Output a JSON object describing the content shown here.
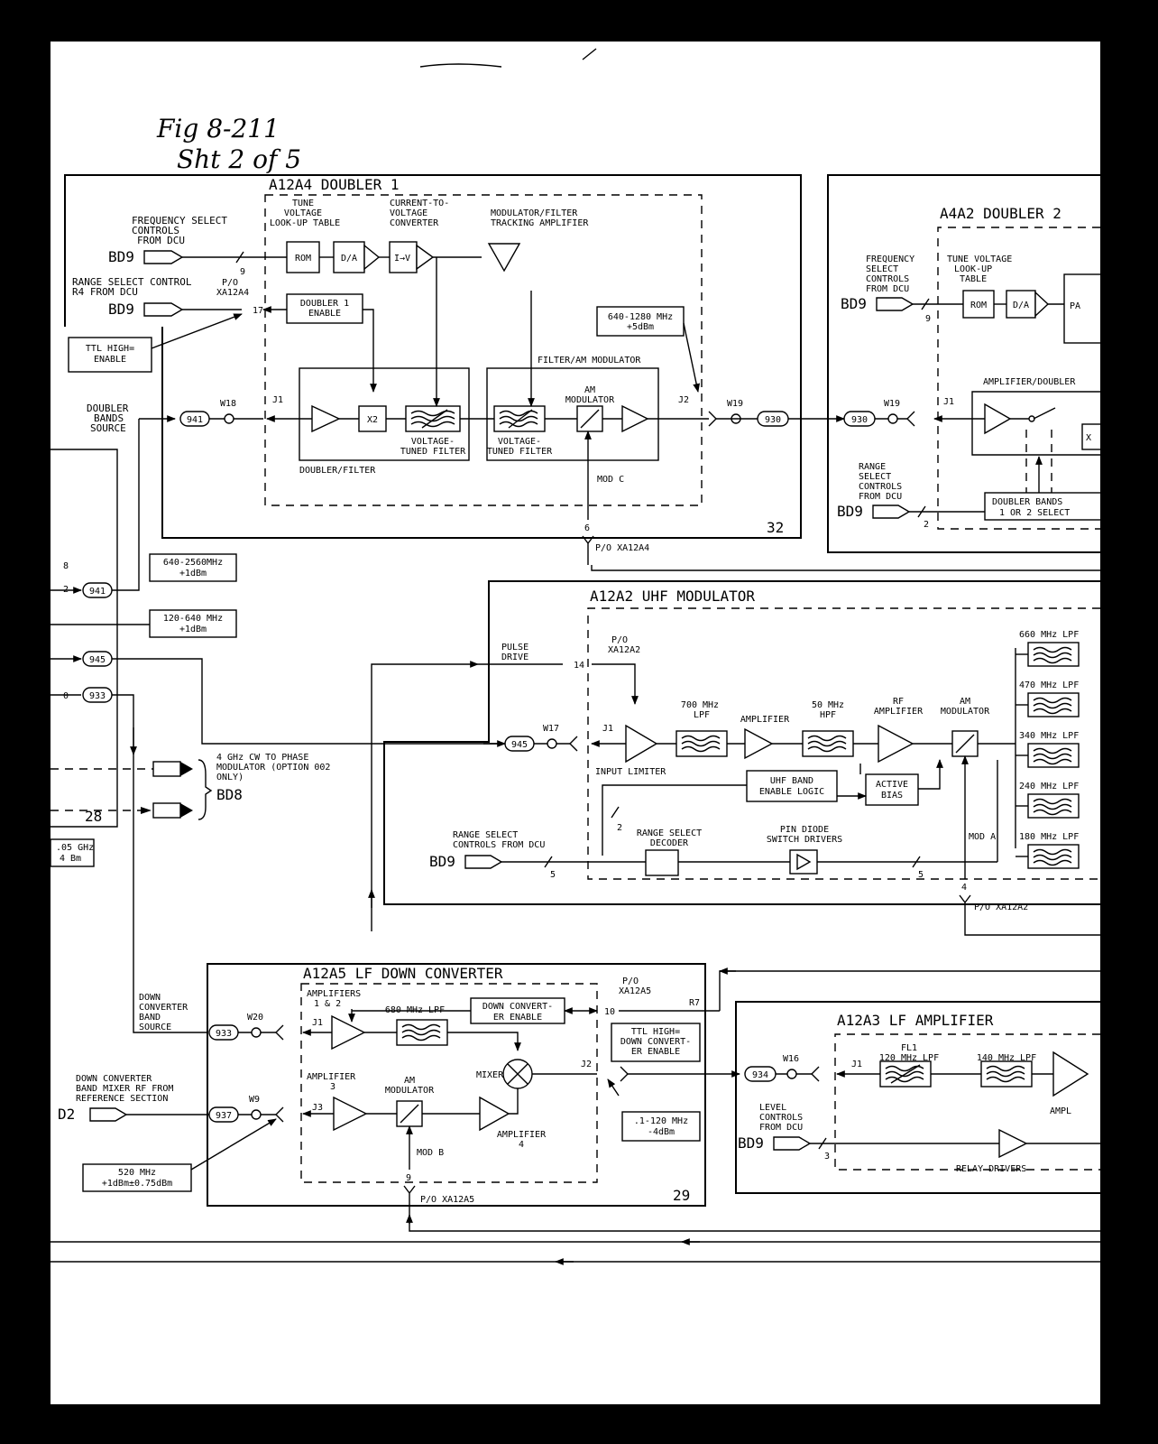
{
  "handwriting": [
    "Fig 8-211",
    "Sht 2 of 5"
  ],
  "doubler1": {
    "title": "A12A4 DOUBLER 1",
    "number": "32",
    "tune_table": [
      "TUNE",
      "VOLTAGE",
      "LOOK-UP TABLE"
    ],
    "converter": [
      "CURRENT-TO-",
      "VOLTAGE",
      "CONVERTER"
    ],
    "tracking_amp": [
      "MODULATOR/FILTER",
      "TRACKING AMPLIFIER"
    ],
    "freq_select": [
      "FREQUENCY SELECT",
      "CONTROLS",
      "FROM DCU"
    ],
    "range_select": [
      "RANGE SELECT CONTROL",
      "R4 FROM DCU"
    ],
    "connector": [
      "P/O",
      "XA12A4"
    ],
    "pin17": "17",
    "bus9": "9",
    "enable": [
      "DOUBLER 1",
      "ENABLE"
    ],
    "ttl_note": [
      "TTL HIGH=",
      "ENABLE"
    ],
    "freq_note": [
      "640-1280 MHz",
      "+5dBm"
    ],
    "filter_am": "FILTER/AM MODULATOR",
    "am_mod": [
      "AM",
      "MODULATOR"
    ],
    "vtf": [
      "VOLTAGE-",
      "TUNED FILTER"
    ],
    "doubler_filter": "DOUBLER/FILTER",
    "bands_source": [
      "DOUBLER",
      "BANDS",
      "SOURCE"
    ],
    "mod_c": "MOD C",
    "pin6": "6",
    "po": "P/O XA12A4",
    "rom": "ROM",
    "da": "D/A",
    "iv": "I→V",
    "x2": "X2",
    "j1": "J1",
    "j2": "J2",
    "w18": "W18",
    "w19": "W19",
    "n941": "941",
    "n930": "930"
  },
  "doubler2": {
    "title": "A4A2 DOUBLER 2",
    "freq_select": [
      "FREQUENCY",
      "SELECT",
      "CONTROLS",
      "FROM DCU"
    ],
    "tune_table": [
      "TUNE VOLTAGE",
      "LOOK-UP",
      "TABLE"
    ],
    "amp_doubler": "AMPLIFIER/DOUBLER",
    "range_select": [
      "RANGE",
      "SELECT",
      "CONTROLS",
      "FROM DCU"
    ],
    "band_select": [
      "DOUBLER BANDS",
      "1 OR 2 SELECT"
    ],
    "bus9": "9",
    "bus2": "2",
    "rom": "ROM",
    "da": "D/A",
    "pa": "PA",
    "x": "X",
    "j1": "J1",
    "w19": "W19",
    "n930": "930"
  },
  "left": {
    "note_2560": [
      "640-2560MHz",
      "+1dBm"
    ],
    "note_640": [
      "120-640 MHz",
      "+1dBm"
    ],
    "n941": "941",
    "n945": "945",
    "n933": "933",
    "cw_note": [
      "4 GHz CW TO PHASE",
      "MODULATOR (OPTION 002",
      "ONLY)"
    ],
    "bd8": "BD8",
    "box28": "28",
    "ghz_note": [
      ".05 GHz",
      "4 Bm"
    ],
    "edge8": "8",
    "edge2": "2",
    "edge0": "0"
  },
  "uhf": {
    "title": "A12A2 UHF MODULATOR",
    "pulse": [
      "PULSE",
      "DRIVE"
    ],
    "connector": [
      "P/O",
      "XA12A2"
    ],
    "pin14": "14",
    "lpf700": [
      "700 MHz",
      "LPF"
    ],
    "amplifier": "AMPLIFIER",
    "hpf50": [
      "50 MHz",
      "HPF"
    ],
    "rf_amp": [
      "RF",
      "AMPLIFIER"
    ],
    "am_mod": [
      "AM",
      "MODULATOR"
    ],
    "input_limiter": "INPUT LIMITER",
    "band_logic": [
      "UHF BAND",
      "ENABLE LOGIC"
    ],
    "active_bias": [
      "ACTIVE",
      "BIAS"
    ],
    "range_decoder": [
      "RANGE SELECT",
      "DECODER"
    ],
    "pin_drivers": [
      "PIN DIODE",
      "SWITCH DRIVERS"
    ],
    "range_controls": [
      "RANGE SELECT",
      "CONTROLS FROM DCU"
    ],
    "mod_a": "MOD A",
    "pin4": "4",
    "po": "P/O XA12A2",
    "filters": [
      "660 MHz LPF",
      "470 MHz LPF",
      "340 MHz LPF",
      "240 MHz LPF",
      "180 MHz LPF"
    ],
    "bus2": "2",
    "bus5": "5",
    "bus5b": "5",
    "j1": "J1",
    "w17": "W17",
    "n945": "945"
  },
  "bd9": "BD9",
  "lfdc": {
    "title": "A12A5 LF DOWN CONVERTER",
    "number": "29",
    "amps12": [
      "AMPLIFIERS",
      "1 & 2"
    ],
    "lpf680": "680 MHz LPF",
    "dc_enable": [
      "DOWN CONVERT-",
      "ER ENABLE"
    ],
    "connector": [
      "P/O",
      "XA12A5"
    ],
    "pin10": "10",
    "r7": "R7",
    "ttl_note": [
      "TTL HIGH=",
      "DOWN CONVERT-",
      "ER ENABLE"
    ],
    "amp3": [
      "AMPLIFIER",
      "3"
    ],
    "am_mod": [
      "AM",
      "MODULATOR"
    ],
    "mixer": "MIXER",
    "amp4": [
      "AMPLIFIER",
      "4"
    ],
    "mod_b": "MOD B",
    "pin9": "9",
    "po": "P/O XA12A5",
    "freq_note": [
      ".1-120 MHz",
      "-4dBm"
    ],
    "band_source": [
      "DOWN",
      "CONVERTER",
      "BAND",
      "SOURCE"
    ],
    "mixer_rf": [
      "DOWN CONVERTER",
      "BAND MIXER RF FROM",
      "REFERENCE SECTION"
    ],
    "note_520": [
      "520 MHz",
      "+1dBm±0.75dBm"
    ],
    "d2": "D2",
    "j1": "J1",
    "j2": "J2",
    "j3": "J3",
    "w20": "W20",
    "w9": "W9",
    "n933": "933",
    "n937": "937"
  },
  "lfamp": {
    "title": "A12A3 LF AMPLIFIER",
    "fl1": [
      "FL1",
      "120 MHz LPF"
    ],
    "lpf140": "140 MHz LPF",
    "ampl": "AMPL",
    "level": [
      "LEVEL",
      "CONTROLS",
      "FROM DCU"
    ],
    "relay": "RELAY DRIVERS",
    "bus3": "3",
    "j1": "J1",
    "w16": "W16",
    "n934": "934"
  }
}
